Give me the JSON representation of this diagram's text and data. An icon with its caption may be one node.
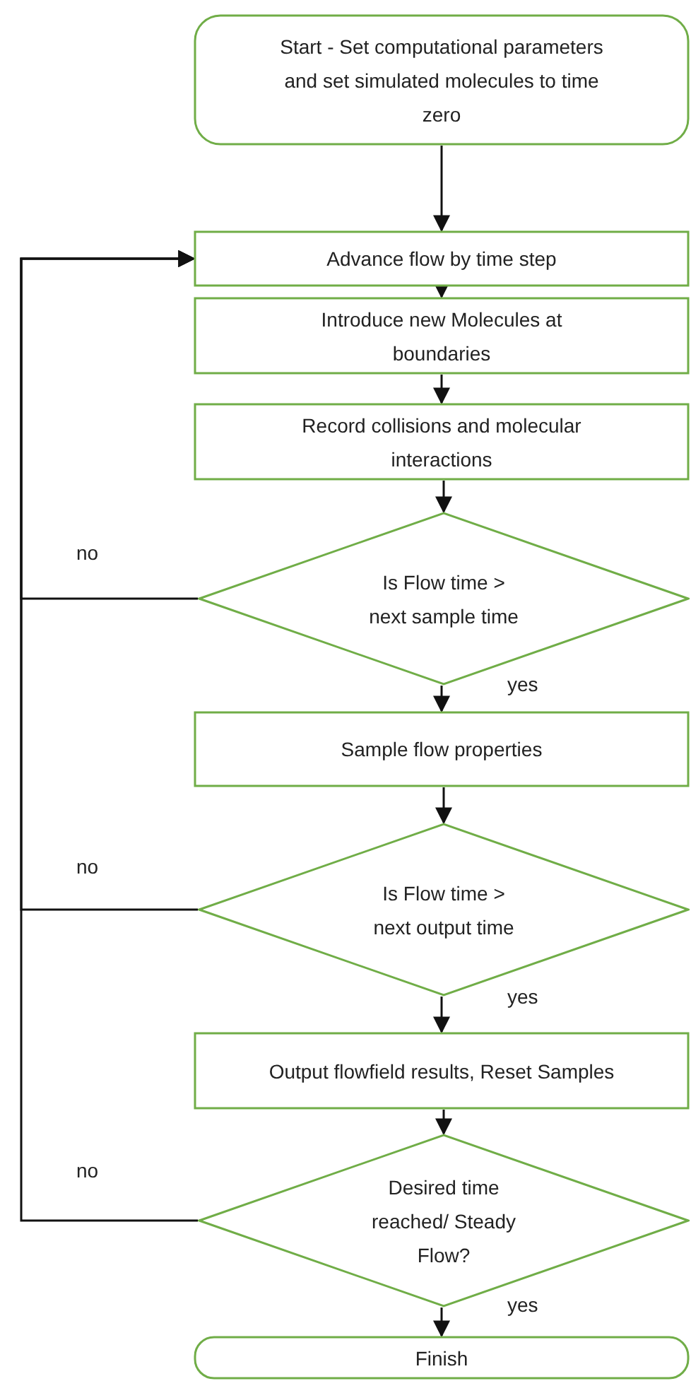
{
  "diagram": {
    "nodes": [
      {
        "text": [
          "Start -  Set computational parameters and set simulated molecules to time zero"
        ]
      },
      {
        "text": [
          "Advance flow by time step"
        ]
      },
      {
        "text": [
          "Introduce new Molecules at boundaries"
        ]
      },
      {
        "text": [
          "Record collisions and molecular interactions"
        ]
      },
      {
        "text": [
          "Is Flow time > next sample time"
        ]
      },
      {
        "text": [
          "Sample flow properties"
        ]
      },
      {
        "text": [
          "Is Flow time > next output time"
        ]
      },
      {
        "text": [
          "Output flowfield results, Reset Samples"
        ]
      },
      {
        "text": [
          "Desired time reached/ Steady Flow?"
        ]
      },
      {
        "text": [
          "Finish"
        ]
      }
    ],
    "edges": [
      {
        "from": 0,
        "to": 1,
        "arrow": "to"
      },
      {
        "from": 1,
        "to": 2,
        "arrow": "to"
      },
      {
        "from": 2,
        "to": 3,
        "arrow": "to"
      },
      {
        "from": 3,
        "to": 4,
        "arrow": "to"
      },
      {
        "from": 4,
        "to": 5,
        "label": "yes",
        "arrow": "to"
      },
      {
        "from": 5,
        "to": 6,
        "arrow": "to"
      },
      {
        "from": 6,
        "to": 7,
        "label": "yes",
        "arrow": "to"
      },
      {
        "from": 7,
        "to": 8,
        "arrow": "to"
      },
      {
        "from": 8,
        "to": 9,
        "label": "yes",
        "arrow": "to"
      },
      {
        "from": 4,
        "to": 1,
        "label": "no",
        "arrow": "to"
      },
      {
        "from": 6,
        "to": 1,
        "label": "no",
        "arrow": "to"
      },
      {
        "from": 8,
        "to": 1,
        "label": "no",
        "arrow": "to"
      }
    ]
  }
}
